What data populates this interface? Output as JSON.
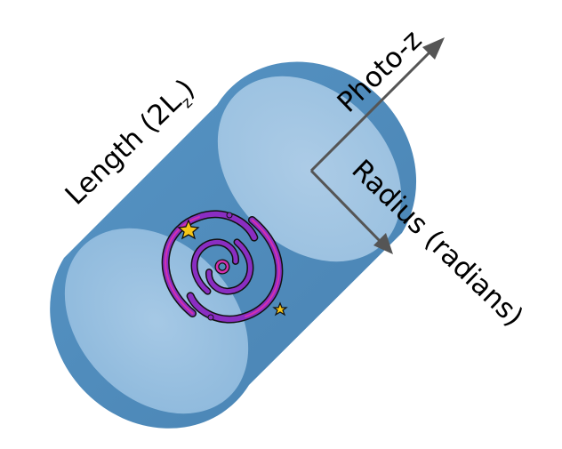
{
  "labels": {
    "length": "Length (2L",
    "length_subscript": "z",
    "length_close": ")",
    "photo_z": "Photo-z",
    "radius": "Radius (radians)"
  },
  "colors": {
    "cylinder_body": "#5a97c6",
    "cylinder_end_caps": "#9cc3e2",
    "arrows": "#555555",
    "galaxy_arms": "#8a2ec2",
    "galaxy_arm_highlight": "#d42fae",
    "stars": "#f5c518"
  },
  "icons": {
    "galaxy": "spiral-galaxy-icon",
    "star": "star-icon"
  }
}
